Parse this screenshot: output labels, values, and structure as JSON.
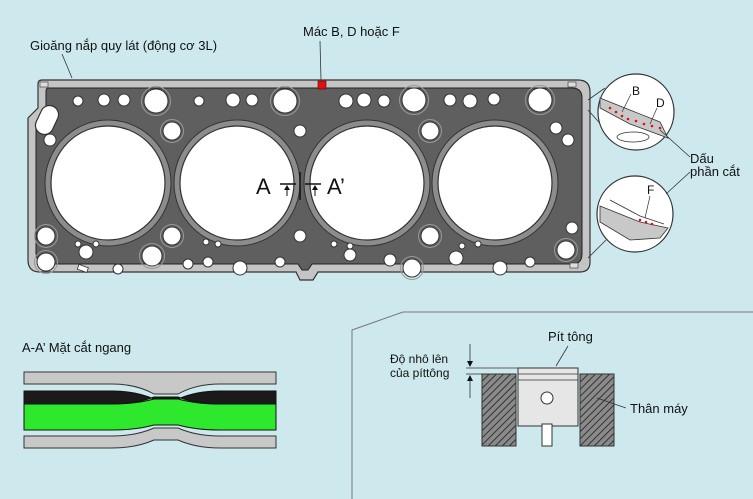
{
  "labels": {
    "gasket_title": "Gioăng nắp quy lát (động cơ 3L)",
    "marking": "Mác B, D hoặc F",
    "section_a": "A",
    "section_a_prime": "A’",
    "callout_b": "B",
    "callout_d": "D",
    "callout_f": "F",
    "notch_line1": "Dấu",
    "notch_line2": "phần cắt",
    "cross_section_title": "A-A’ Mặt cắt ngang",
    "piston": "Pít tông",
    "protrusion_line1": "Độ nhô lên",
    "protrusion_line2": "của píttông",
    "engine_block": "Thân máy"
  },
  "colors": {
    "background": "#cde9ee",
    "gasket": "#666666",
    "metal": "#c8c8c8",
    "green_layer": "#2ee82e",
    "marking_red": "#dd1111"
  }
}
